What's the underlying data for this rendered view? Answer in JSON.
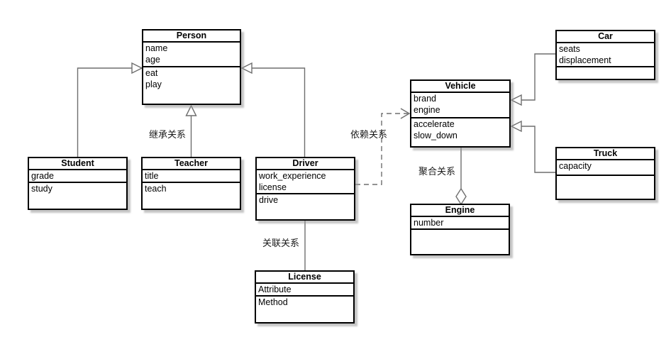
{
  "diagram_type": "uml-class-diagram",
  "colors": {
    "background": "#ffffff",
    "box_fill": "#ffffff",
    "box_border": "#000000",
    "edge_line": "#6e6e6e",
    "label_text": "#1a1a1a",
    "shadow": "#969696"
  },
  "classes": [
    {
      "name": "Person",
      "attributes": [
        "name",
        "age"
      ],
      "methods": [
        "eat",
        "play"
      ]
    },
    {
      "name": "Student",
      "attributes": [
        "grade"
      ],
      "methods": [
        "study"
      ]
    },
    {
      "name": "Teacher",
      "attributes": [
        "title"
      ],
      "methods": [
        "teach"
      ]
    },
    {
      "name": "Driver",
      "attributes": [
        "work_experience",
        "license"
      ],
      "methods": [
        "drive"
      ]
    },
    {
      "name": "License",
      "attributes": [
        "Attribute"
      ],
      "methods": [
        "Method"
      ]
    },
    {
      "name": "Vehicle",
      "attributes": [
        "brand",
        "engine"
      ],
      "methods": [
        "accelerate",
        "slow_down"
      ]
    },
    {
      "name": "Engine",
      "attributes": [
        "number"
      ],
      "methods": []
    },
    {
      "name": "Car",
      "attributes": [
        "seats",
        "displacement"
      ],
      "methods": []
    },
    {
      "name": "Truck",
      "attributes": [
        "capacity"
      ],
      "methods": []
    }
  ],
  "relationships": [
    {
      "from": "Student",
      "to": "Person",
      "type": "generalization"
    },
    {
      "from": "Teacher",
      "to": "Person",
      "type": "generalization",
      "label": "继承关系"
    },
    {
      "from": "Driver",
      "to": "Person",
      "type": "generalization"
    },
    {
      "from": "Driver",
      "to": "License",
      "type": "association",
      "label": "关联关系"
    },
    {
      "from": "Driver",
      "to": "Vehicle",
      "type": "dependency",
      "label": "依赖关系"
    },
    {
      "from": "Vehicle",
      "to": "Engine",
      "type": "aggregation",
      "label": "聚合关系"
    },
    {
      "from": "Car",
      "to": "Vehicle",
      "type": "generalization"
    },
    {
      "from": "Truck",
      "to": "Vehicle",
      "type": "generalization"
    }
  ]
}
